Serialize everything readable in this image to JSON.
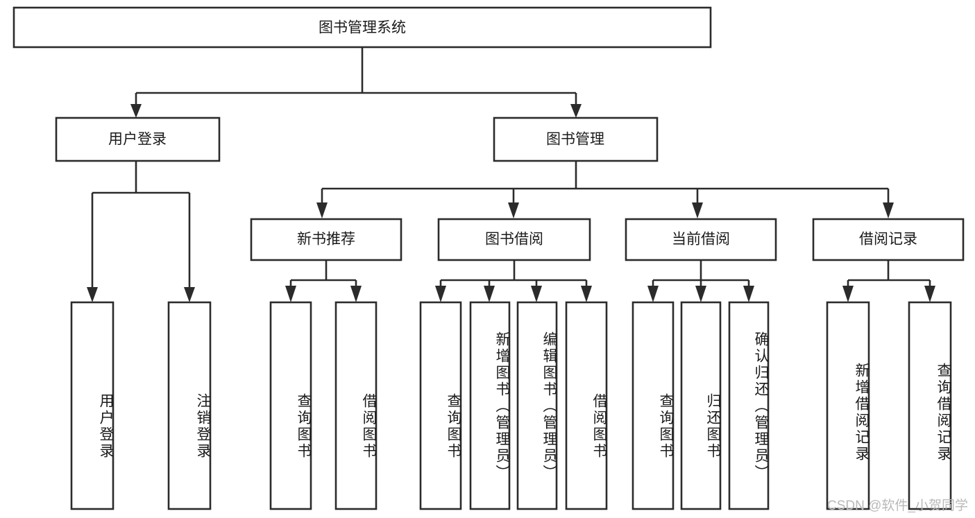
{
  "diagram": {
    "type": "tree-hierarchy",
    "title": "图书管理系统",
    "root": {
      "id": "root",
      "label": "图书管理系统",
      "orientation": "horizontal"
    },
    "level1": [
      {
        "id": "user-login",
        "label": "用户登录",
        "orientation": "horizontal"
      },
      {
        "id": "book-manage",
        "label": "图书管理",
        "orientation": "horizontal"
      }
    ],
    "level2": [
      {
        "id": "new-book-rec",
        "label": "新书推荐",
        "orientation": "horizontal",
        "parent": "book-manage"
      },
      {
        "id": "book-borrow",
        "label": "图书借阅",
        "orientation": "horizontal",
        "parent": "book-manage"
      },
      {
        "id": "current-borrow",
        "label": "当前借阅",
        "orientation": "horizontal",
        "parent": "book-manage"
      },
      {
        "id": "borrow-record",
        "label": "借阅记录",
        "orientation": "horizontal",
        "parent": "book-manage"
      }
    ],
    "leaves": [
      {
        "id": "leaf-user-login",
        "label": "用户登录",
        "orientation": "vertical",
        "parent": "user-login"
      },
      {
        "id": "leaf-logout",
        "label": "注销登录",
        "orientation": "vertical",
        "parent": "user-login"
      },
      {
        "id": "leaf-query-book-1",
        "label": "查询图书",
        "orientation": "vertical",
        "parent": "new-book-rec"
      },
      {
        "id": "leaf-borrow-book-1",
        "label": "借阅图书",
        "orientation": "vertical",
        "parent": "new-book-rec"
      },
      {
        "id": "leaf-query-book-2",
        "label": "查询图书",
        "orientation": "vertical",
        "parent": "book-borrow"
      },
      {
        "id": "leaf-add-book",
        "label": "新增图书（管理员）",
        "orientation": "vertical",
        "parent": "book-borrow"
      },
      {
        "id": "leaf-edit-book",
        "label": "编辑图书（管理员）",
        "orientation": "vertical",
        "parent": "book-borrow"
      },
      {
        "id": "leaf-borrow-book-2",
        "label": "借阅图书",
        "orientation": "vertical",
        "parent": "book-borrow"
      },
      {
        "id": "leaf-query-book-3",
        "label": "查询图书",
        "orientation": "vertical",
        "parent": "current-borrow"
      },
      {
        "id": "leaf-return-book",
        "label": "归还图书",
        "orientation": "vertical",
        "parent": "current-borrow"
      },
      {
        "id": "leaf-confirm-return",
        "label": "确认归还（管理员）",
        "orientation": "vertical",
        "parent": "current-borrow"
      },
      {
        "id": "leaf-add-record",
        "label": "新增借阅记录",
        "orientation": "vertical",
        "parent": "borrow-record"
      },
      {
        "id": "leaf-query-record",
        "label": "查询借阅记录",
        "orientation": "vertical",
        "parent": "borrow-record"
      }
    ],
    "colors": {
      "stroke": "#2b2b2b",
      "fill": "#ffffff",
      "text": "#1a1a1a",
      "background": "#ffffff",
      "watermark": "#b9b9b9"
    }
  },
  "watermark": {
    "text": "CSDN @软件_小贺同学"
  }
}
